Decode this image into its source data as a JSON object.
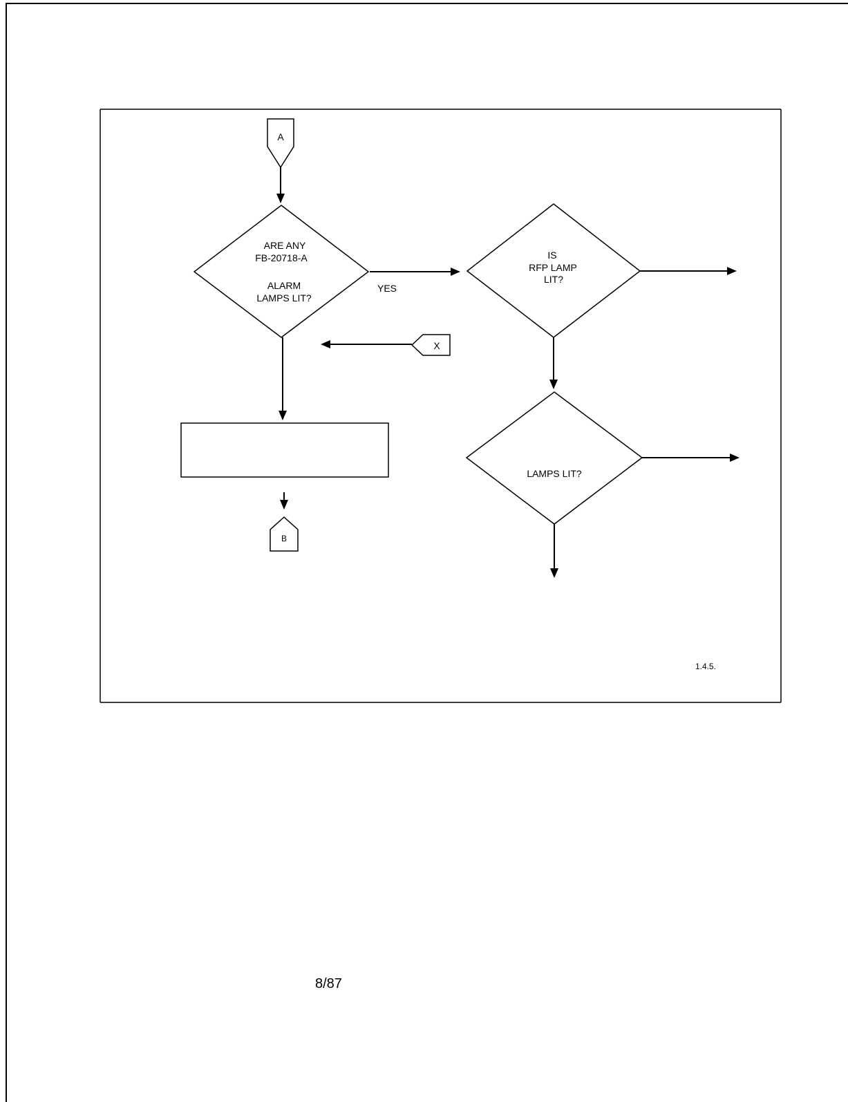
{
  "flowchart": {
    "connector_a": "A",
    "connector_b": "B",
    "connector_x": "X",
    "decision_1": {
      "line1": "ARE ANY",
      "line2": "FB-20718-A",
      "line3": "ALARM",
      "line4": "LAMPS LIT?"
    },
    "yes_label": "YES",
    "decision_2": {
      "line1": "IS",
      "line2": "RFP LAMP",
      "line3": "LIT?"
    },
    "decision_3": {
      "line1": "LAMPS LIT?"
    },
    "figure_number": "1.4.5."
  },
  "page": {
    "number": "8/87"
  }
}
